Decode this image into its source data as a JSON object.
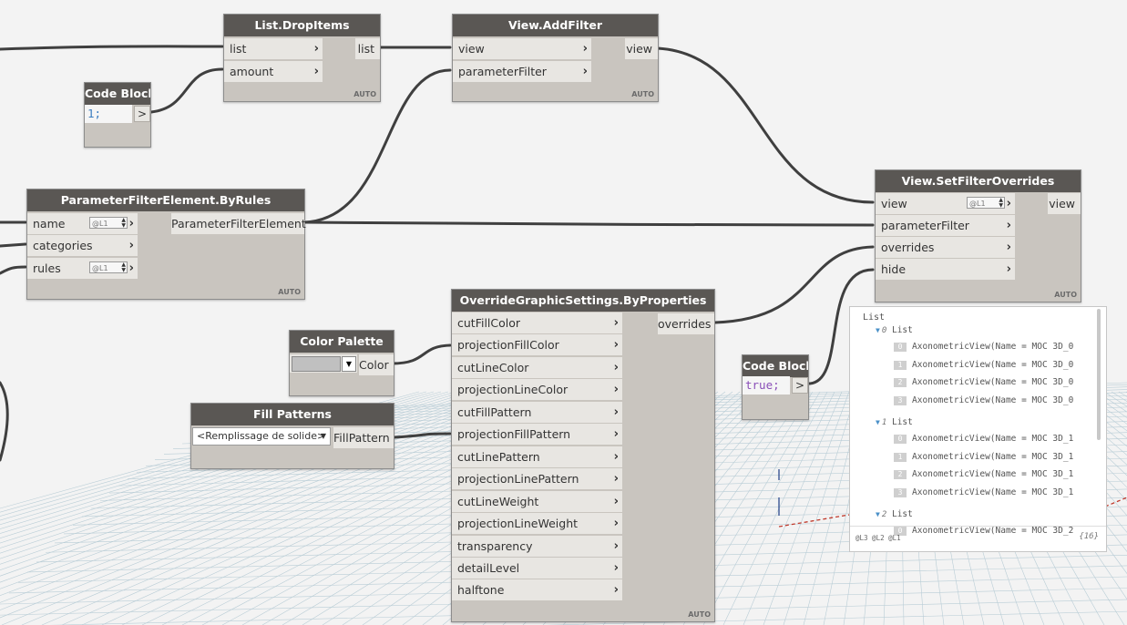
{
  "nodes": {
    "drop_items": {
      "title": "List.DropItems",
      "inputs": [
        "list",
        "amount"
      ],
      "outputs": [
        "list"
      ],
      "lacing": "AUTO"
    },
    "add_filter": {
      "title": "View.AddFilter",
      "inputs": [
        "view",
        "parameterFilter"
      ],
      "outputs": [
        "view"
      ],
      "lacing": "AUTO"
    },
    "code_block_1": {
      "title": "Code Block",
      "code": "1;",
      "output_arrow": ">"
    },
    "param_filter": {
      "title": "ParameterFilterElement.ByRules",
      "inputs": [
        "name",
        "categories",
        "rules"
      ],
      "outputs": [
        "ParameterFilterElement"
      ],
      "lacing": "AUTO",
      "level_name": "@L1",
      "level_rules": "@L1"
    },
    "set_overrides": {
      "title": "View.SetFilterOverrides",
      "inputs": [
        "view",
        "parameterFilter",
        "overrides",
        "hide"
      ],
      "outputs": [
        "view"
      ],
      "lacing": "AUTO",
      "level_view": "@L1"
    },
    "ogs": {
      "title": "OverrideGraphicSettings.ByProperties",
      "inputs": [
        "cutFillColor",
        "projectionFillColor",
        "cutLineColor",
        "projectionLineColor",
        "cutFillPattern",
        "projectionFillPattern",
        "cutLinePattern",
        "projectionLinePattern",
        "cutLineWeight",
        "projectionLineWeight",
        "transparency",
        "detailLevel",
        "halftone"
      ],
      "outputs": [
        "overrides"
      ],
      "lacing": "AUTO"
    },
    "color_palette": {
      "title": "Color Palette",
      "output": "Color",
      "swatch": "#c0c0c0",
      "dropdown": "▼"
    },
    "fill_patterns": {
      "title": "Fill Patterns",
      "selected": "<Remplissage de solide>",
      "output": "FillPattern",
      "dropdown": "▼"
    },
    "code_block_2": {
      "title": "Code Block",
      "code": "true;",
      "output_arrow": ">"
    }
  },
  "watch": {
    "root": "List",
    "groups": [
      {
        "index": "0",
        "label": "List",
        "items": [
          {
            "i": "0",
            "text": "AxonometricView(Name = MOC 3D_0"
          },
          {
            "i": "1",
            "text": "AxonometricView(Name = MOC 3D_0"
          },
          {
            "i": "2",
            "text": "AxonometricView(Name = MOC 3D_0"
          },
          {
            "i": "3",
            "text": "AxonometricView(Name = MOC 3D_0"
          }
        ]
      },
      {
        "index": "1",
        "label": "List",
        "items": [
          {
            "i": "0",
            "text": "AxonometricView(Name = MOC 3D_1"
          },
          {
            "i": "1",
            "text": "AxonometricView(Name = MOC 3D_1"
          },
          {
            "i": "2",
            "text": "AxonometricView(Name = MOC 3D_1"
          },
          {
            "i": "3",
            "text": "AxonometricView(Name = MOC 3D_1"
          }
        ]
      },
      {
        "index": "2",
        "label": "List",
        "items": [
          {
            "i": "0",
            "text": "AxonometricView(Name = MOC 3D_2"
          }
        ]
      }
    ],
    "levels": "@L3 @L2 @L1",
    "count": "{16}"
  },
  "colors": {
    "title_bar": "#5a5754",
    "node_body": "#c9c5bf",
    "port": "#e8e6e2",
    "wire": "#3f3f3f",
    "canvas": "#f3f3f3",
    "grid": "#b9cdd6"
  }
}
